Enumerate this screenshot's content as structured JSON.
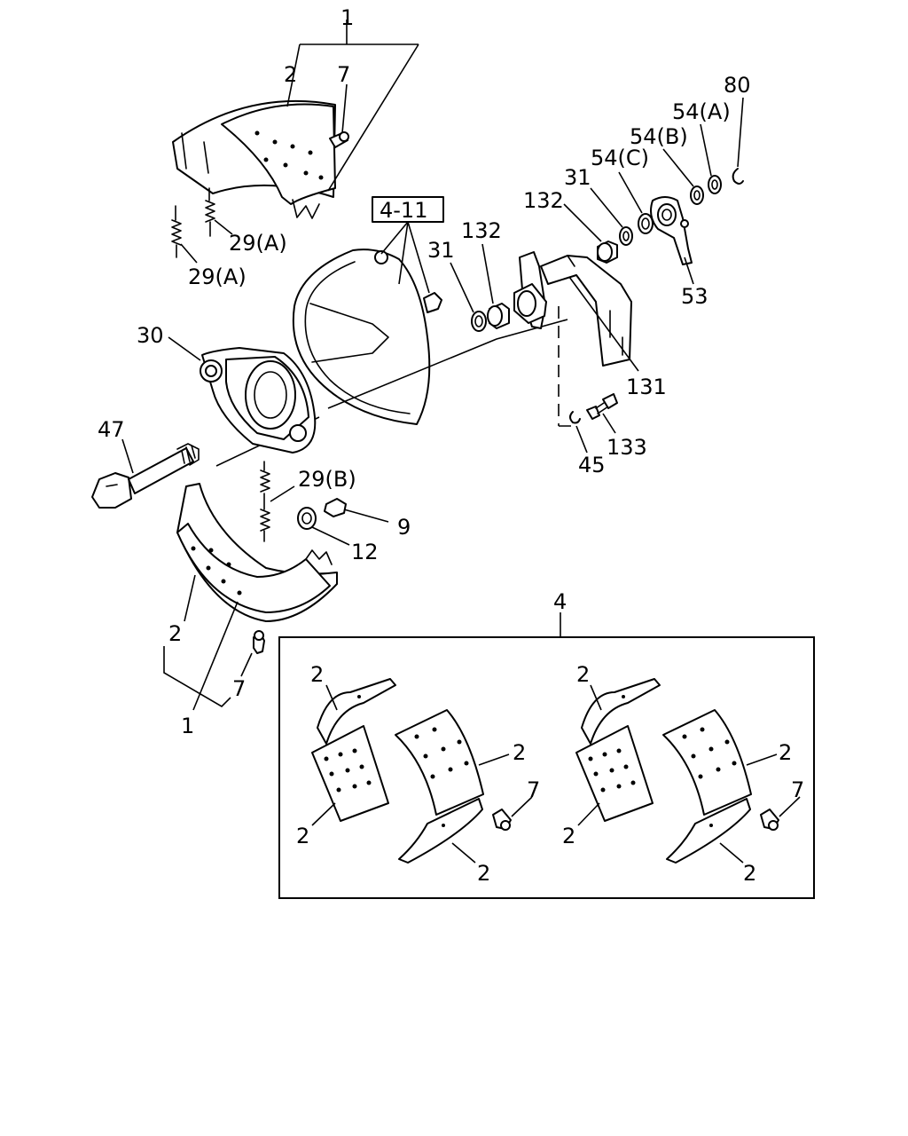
{
  "callouts": {
    "c1_top": "1",
    "c2_top": "2",
    "c7_top": "7",
    "c29a_1": "29(A)",
    "c29a_2": "29(A)",
    "c4_11": "4-11",
    "c30": "30",
    "c31_mid": "31",
    "c132_mid": "132",
    "c132_top": "132",
    "c31_top": "31",
    "c54c": "54(C)",
    "c54b": "54(B)",
    "c54a": "54(A)",
    "c80": "80",
    "c53": "53",
    "c131": "131",
    "c133": "133",
    "c45": "45",
    "c47": "47",
    "c29b": "29(B)",
    "c9": "9",
    "c12": "12",
    "c2_low": "2",
    "c7_low": "7",
    "c1_low": "1",
    "c4": "4",
    "k1_2a": "2",
    "k1_2b": "2",
    "k1_2c": "2",
    "k1_2d": "2",
    "k1_7": "7",
    "k2_2a": "2",
    "k2_2b": "2",
    "k2_2c": "2",
    "k2_2d": "2",
    "k2_7": "7"
  }
}
